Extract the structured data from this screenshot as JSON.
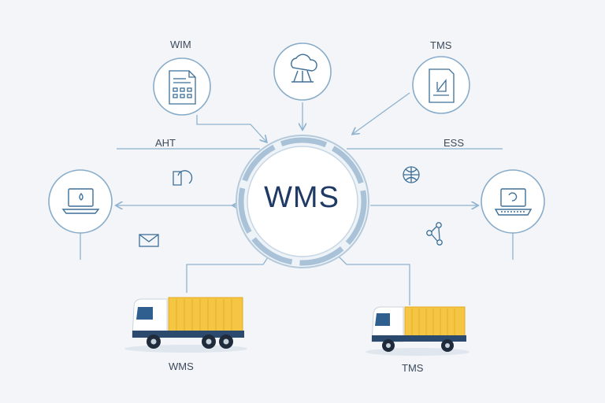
{
  "hub": {
    "label": "WMS"
  },
  "nodes": {
    "top_left_label": "WIM",
    "top_right_label": "TMS",
    "left_bus_label": "AHT",
    "right_bus_label": "ESS"
  },
  "trucks": {
    "left_label": "WMS",
    "right_label": "TMS"
  },
  "icons": {
    "top_left": "document-icon",
    "top_center": "cloud-network-icon",
    "top_right": "shipping-document-icon",
    "left": "laptop-icon",
    "right": "laptop-icon",
    "small_1": "document-clock-icon",
    "small_2": "envelope-icon",
    "small_3": "globe-icon",
    "small_4": "share-icon"
  },
  "colors": {
    "line": "#8fb3cf",
    "circle_stroke": "#88acc9",
    "hub_ring": "#a9c2d8",
    "container": "#f5c544",
    "cab": "#ffffff",
    "wheel": "#1f2b3a",
    "text_dark": "#1f3a64"
  }
}
